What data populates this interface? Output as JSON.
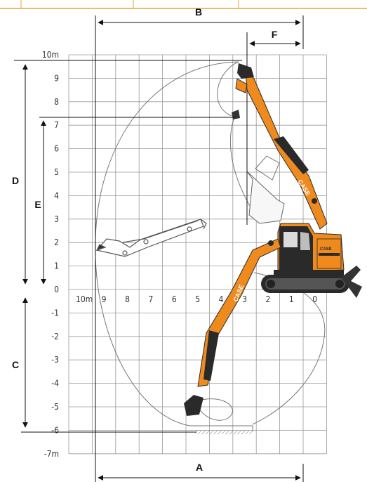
{
  "header": {
    "accent_color": "#e8a33a"
  },
  "grid": {
    "y_labels": [
      "10m",
      "9",
      "8",
      "7",
      "6",
      "5",
      "4",
      "3",
      "2",
      "1",
      "0",
      "-1",
      "-2",
      "-3",
      "-4",
      "-5",
      "-6",
      "-7m"
    ],
    "x_labels": [
      "10m",
      "9",
      "8",
      "7",
      "6",
      "5",
      "4",
      "3",
      "2",
      "1",
      "0"
    ]
  },
  "dimensions": {
    "A": "A",
    "B": "B",
    "C": "C",
    "D": "D",
    "E": "E",
    "F": "F"
  },
  "brand": {
    "label_boom": "CASE",
    "label_arm": "CASE",
    "label_cab": "CASE",
    "color_orange": "#ee8a1e",
    "color_dark": "#2a2a2a"
  }
}
